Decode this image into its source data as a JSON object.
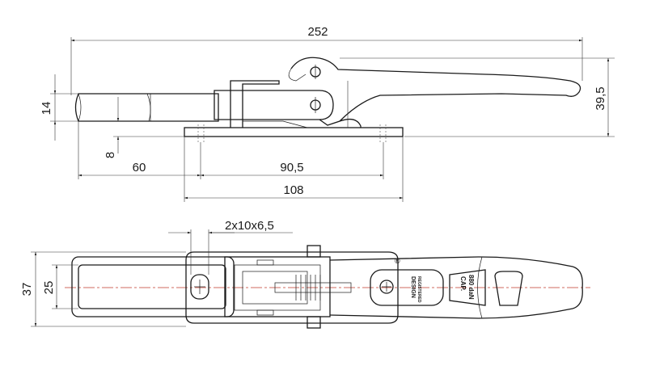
{
  "side_view": {
    "dim_overall_length": "252",
    "dim_height": "39,5",
    "dim_bar_height": "14",
    "dim_offset": "8",
    "dim_left": "60",
    "dim_hole_spacing": "90,5",
    "dim_base_length": "108"
  },
  "top_view": {
    "dim_slots": "2x10x6,5",
    "dim_outer_width": "37",
    "dim_inner_width": "25",
    "mark_registered": "®",
    "badge_design_line1": "DESIGN",
    "badge_design_line2": "REGISTERED",
    "badge_cap_line1": "CAP.",
    "badge_cap_line2": "880 daN"
  }
}
